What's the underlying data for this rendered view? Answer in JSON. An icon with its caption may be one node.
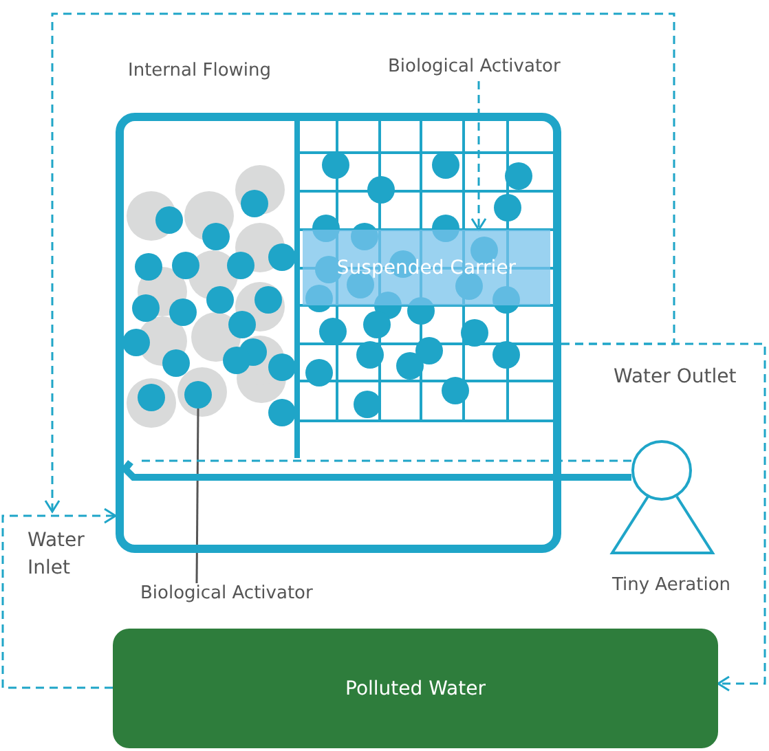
{
  "diagram": {
    "nodes": [
      {
        "text": [
          "Biological Activator"
        ]
      },
      {
        "text": [],
        "shape": "box"
      },
      {
        "text": [
          "Suspended Carrier"
        ],
        "in": 1
      },
      {
        "text": [],
        "shape": "circle",
        "in": 1
      },
      {
        "text": [
          "Biological Activator"
        ]
      },
      {
        "text": [
          "Tiny Aeration"
        ]
      },
      {
        "text": [
          "Polluted Water"
        ]
      }
    ],
    "edges": [
      {
        "from": 0,
        "to": 2,
        "arrow": "to",
        "style": "dashed"
      },
      {
        "from": 6,
        "to": 1,
        "arrow": "to",
        "style": "dashed",
        "label": "Water Inlet"
      },
      {
        "from": 1,
        "to": 6,
        "arrow": "to",
        "style": "dashed",
        "label": "Water Outlet"
      },
      {
        "from": 1,
        "to": null,
        "arrow": "to",
        "style": "dashed"
      },
      {
        "from": 4,
        "to": 3,
        "arrow": "none",
        "color": "#555555"
      },
      {
        "from": 5,
        "to": 1,
        "arrow": "none",
        "style": "thick"
      },
      {
        "from": 5,
        "to": 1,
        "arrow": "none",
        "style": "dashed"
      }
    ],
    "labels": [
      "Internal Flowing"
    ]
  }
}
